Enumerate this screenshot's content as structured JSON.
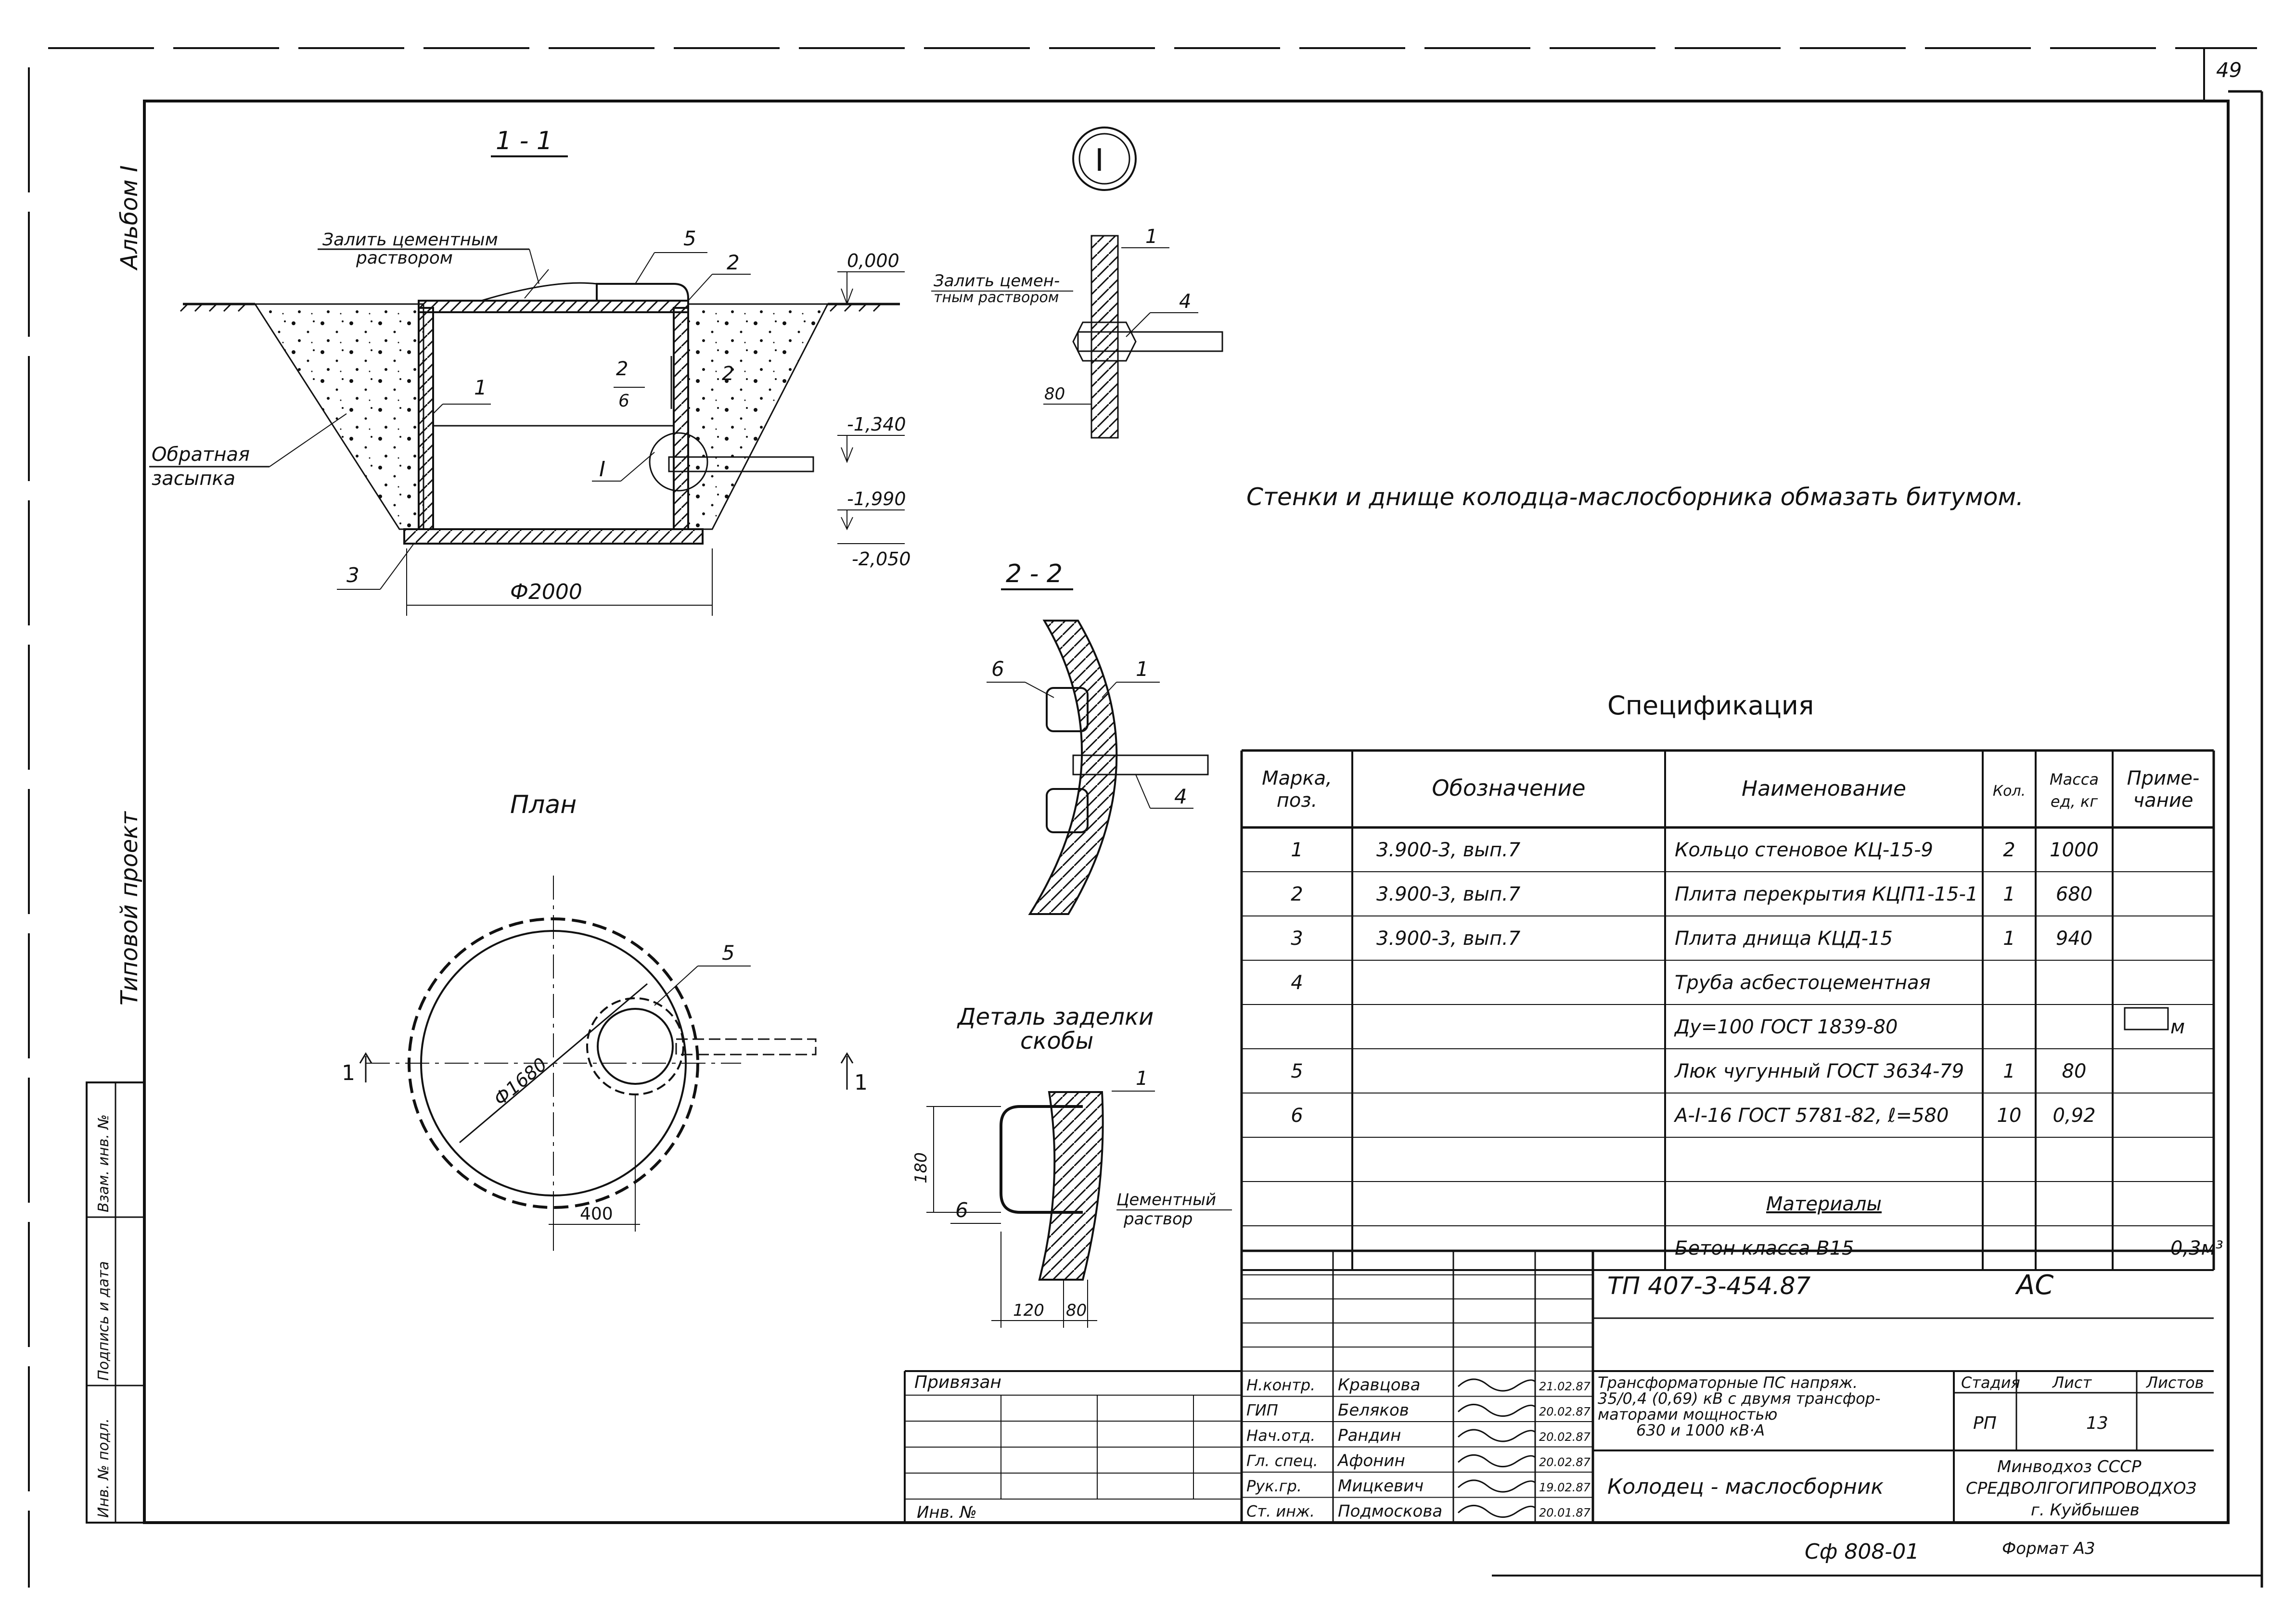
{
  "sheet": {
    "page_number": "49",
    "album": "Альбом I",
    "project_type": "Типовой проект",
    "side_stamp": [
      "Инв. № подл.",
      "Подпись и дата",
      "Взам. инв. №"
    ]
  },
  "section_1_1": {
    "title": "1 - 1",
    "note_fill": [
      "Залить цементным",
      "раствором"
    ],
    "backfill": [
      "Обратная",
      "засыпка"
    ],
    "callouts": [
      "5",
      "2",
      "1",
      "3",
      "2",
      "6",
      "2"
    ],
    "node_ref": "I",
    "levels": [
      "0,000",
      "-1,340",
      "-1,990",
      "-2,050"
    ],
    "diameter": "Ф2000"
  },
  "detail_I": {
    "ref": "I",
    "note": [
      "Залить цемен-",
      "тным раствором"
    ],
    "callouts": [
      "1",
      "4"
    ],
    "dim": "80"
  },
  "general_note": "Стенки и днище колодца-маслосборника обмазать битумом.",
  "section_2_2": {
    "title": "2 - 2",
    "callouts": [
      "6",
      "1",
      "4"
    ]
  },
  "plan": {
    "title": "План",
    "diameter": "Ф1680",
    "callout": "5",
    "dim": "400",
    "cut_left": "1",
    "cut_right": "1"
  },
  "bracket_detail": {
    "title": [
      "Деталь заделки",
      "скобы"
    ],
    "callouts": [
      "1",
      "6"
    ],
    "note": [
      "Цементный",
      "раствор"
    ],
    "dims": [
      "180",
      "120",
      "80"
    ]
  },
  "spec": {
    "title": "Спецификация",
    "headers": [
      [
        "Марка,",
        "поз."
      ],
      [
        "Обозначение"
      ],
      [
        "Наименование"
      ],
      [
        "Кол."
      ],
      [
        "Масса",
        "ед, кг"
      ],
      [
        "Приме-",
        "чание"
      ]
    ],
    "rows": [
      [
        "1",
        "3.900-3, вып.7",
        "Кольцо стеновое КЦ-15-9",
        "2",
        "1000",
        ""
      ],
      [
        "2",
        "3.900-3, вып.7",
        "Плита перекрытия КЦП1-15-1",
        "1",
        "680",
        ""
      ],
      [
        "3",
        "3.900-3, вып.7",
        "Плита днища КЦД-15",
        "1",
        "940",
        ""
      ],
      [
        "4",
        "",
        "Труба асбестоцементная",
        "",
        "",
        ""
      ],
      [
        "",
        "",
        "Ду=100 ГОСТ 1839-80",
        "",
        "",
        "м"
      ],
      [
        "5",
        "",
        "Люк чугунный ГОСТ 3634-79",
        "1",
        "80",
        ""
      ],
      [
        "6",
        "",
        "А-I-16 ГОСТ 5781-82, ℓ=580",
        "10",
        "0,92",
        ""
      ],
      [
        "",
        "",
        "",
        "",
        "",
        ""
      ],
      [
        "",
        "",
        "Материалы",
        "",
        "",
        ""
      ],
      [
        "",
        "",
        "Бетон класса В15",
        "",
        "",
        "0,3м³"
      ]
    ]
  },
  "title_block": {
    "code": "ТП 407-3-454.87",
    "mark": "АС",
    "object": [
      "Трансформаторные ПС напряж.",
      "35/0,4 (0,69) кВ с двумя трансфор-",
      "маторами мощностью",
      "630 и 1000 кВ·А"
    ],
    "drawing": "Колодец - маслосборник",
    "stage_label": "Стадия",
    "sheet_label": "Лист",
    "sheets_label": "Листов",
    "stage": "РП",
    "sheet": "13",
    "org": [
      "Минводхоз СССР",
      "СРЕДВОЛГОГИПРОВОДХОЗ",
      "г. Куйбышев"
    ],
    "format": "Формат А3",
    "bound": "Привязан",
    "inv_no": "Инв. №",
    "inv_stamp": "Сф 808-01",
    "people": [
      [
        "Н.контр.",
        "Кравцова",
        "21.02.87"
      ],
      [
        "ГИП",
        "Беляков",
        "20.02.87"
      ],
      [
        "Нач.отд.",
        "Рандин",
        "20.02.87"
      ],
      [
        "Гл. спец.",
        "Афонин",
        "20.02.87"
      ],
      [
        "Рук.гр.",
        "Мицкевич",
        "19.02.87"
      ],
      [
        "Ст. инж.",
        "Подмоскова",
        "20.01.87"
      ]
    ]
  }
}
